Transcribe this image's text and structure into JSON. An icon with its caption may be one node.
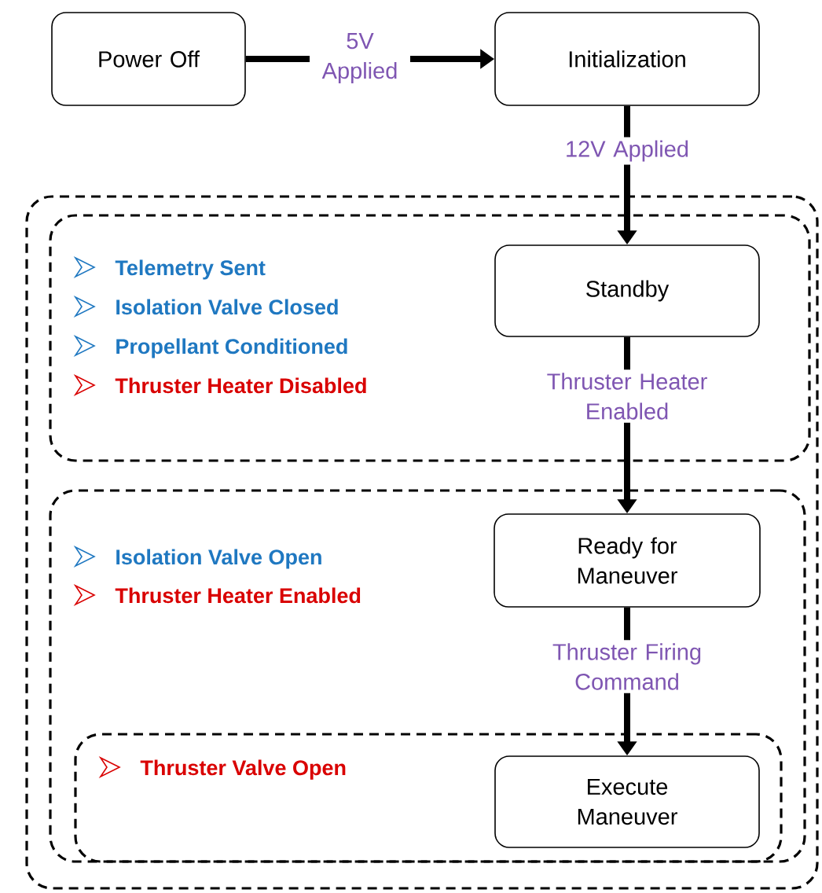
{
  "diagram": {
    "nodes": [
      {
        "text": [
          "Power Off"
        ]
      },
      {
        "text": [
          "Initialization"
        ]
      },
      {
        "text": [],
        "shape": "box"
      },
      {
        "text": [
          "Telemetry Sent",
          "Isolation Valve Closed",
          "Propellant Conditioned",
          "Thruster Heater Disabled"
        ],
        "in": 2
      },
      {
        "text": [
          "Standby"
        ],
        "in": 3
      },
      {
        "text": [
          "Isolation Valve Open",
          "Thruster Heater Enabled"
        ],
        "in": 2
      },
      {
        "text": [
          "Ready for Maneuver"
        ],
        "in": 5
      },
      {
        "text": [
          "Thruster Valve Open"
        ],
        "in": 5
      },
      {
        "text": [
          "Execute Maneuver"
        ],
        "in": 7
      }
    ],
    "edges": [
      {
        "from": 0,
        "to": 1,
        "arrow": "to",
        "label": "5V Applied"
      },
      {
        "from": 1,
        "to": 4,
        "arrow": "to",
        "label": "12V Applied"
      },
      {
        "from": 4,
        "to": 6,
        "arrow": "to",
        "label": "Thruster Heater Enabled"
      },
      {
        "from": 6,
        "to": 8,
        "arrow": "to",
        "label": "Thruster Firing Command"
      }
    ]
  }
}
